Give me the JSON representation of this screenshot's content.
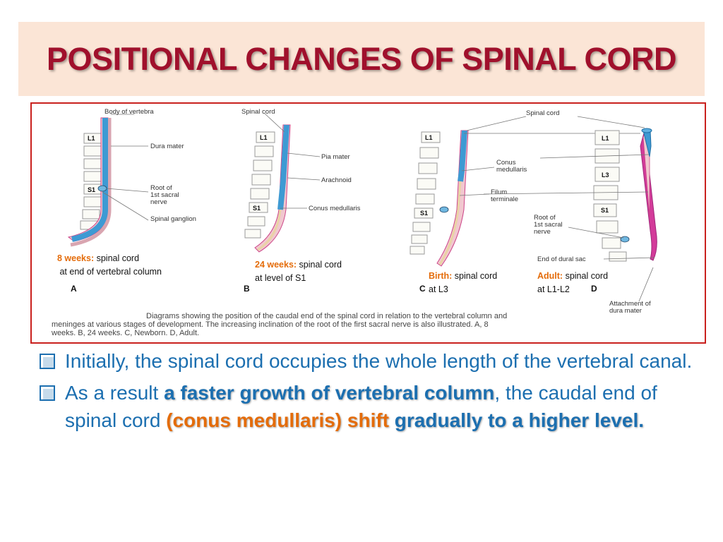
{
  "slide": {
    "title": "POSITIONAL CHANGES OF SPINAL CORD",
    "colors": {
      "title": "#a0102c",
      "title_band": "#fbe5d6",
      "frame": "#c9211e",
      "accent_orange": "#e46c0a",
      "body_blue": "#1c6fb0"
    }
  },
  "figure": {
    "labels": {
      "body_of_vertebra": "Body of vertebra",
      "dura_mater": "Dura mater",
      "root_1": "Root of",
      "root_2": "1st sacral",
      "root_3": "nerve",
      "spinal_ganglion": "Spinal ganglion",
      "spinal_cord_b": "Spinal cord",
      "pia_mater": "Pia mater",
      "arachnoid": "Arachnoid",
      "conus_medullaris_b": "Conus medullaris",
      "spinal_cord_cd": "Spinal cord",
      "conus_1": "Conus",
      "conus_2": "medullaris",
      "filum_1": "Filum",
      "filum_2": "terminale",
      "root_d_1": "Root of",
      "root_d_2": "1st sacral",
      "root_d_3": "nerve",
      "end_dural_sac": "End of dural sac",
      "attach_1": "Attachment of",
      "attach_2": "dura mater"
    },
    "vertebra_labels": {
      "a_l1": "L1",
      "a_s1": "S1",
      "b_l1": "L1",
      "b_s1": "S1",
      "c_l1": "L1",
      "c_s1": "S1",
      "d_l1": "L1",
      "d_l3": "L3",
      "d_s1": "S1"
    },
    "panels": [
      "A",
      "B",
      "C",
      "D"
    ],
    "caption": {
      "line1": "Diagrams showing the position of the caudal end of the spinal cord in relation to the vertebral column and",
      "line2": "meninges at various stages of development. The increasing inclination of the root of the first sacral nerve is also illustrated. A, 8",
      "line3": "weeks. B, 24 weeks. C, Newborn. D, Adult."
    },
    "stages": [
      {
        "key": "8 weeks:",
        "text": " spinal cord",
        "line2": "at end of vertebral column"
      },
      {
        "key": "24 weeks:",
        "text": " spinal cord",
        "line2": "at level of S1"
      },
      {
        "key": "Birth:",
        "text": " spinal cord",
        "line2": "at L3"
      },
      {
        "key": "Adult:",
        "text": " spinal cord",
        "line2": "at L1-L2"
      }
    ]
  },
  "bullets": [
    {
      "text": "Initially, the spinal cord occupies the whole length of the vertebral canal."
    },
    {
      "pre": "As a result ",
      "hl1": "a faster growth of vertebral column",
      "mid": ", the caudal end of spinal cord ",
      "hl2": "(conus medullaris) shift",
      "post": " ",
      "hl3": "gradually to a higher level."
    }
  ]
}
